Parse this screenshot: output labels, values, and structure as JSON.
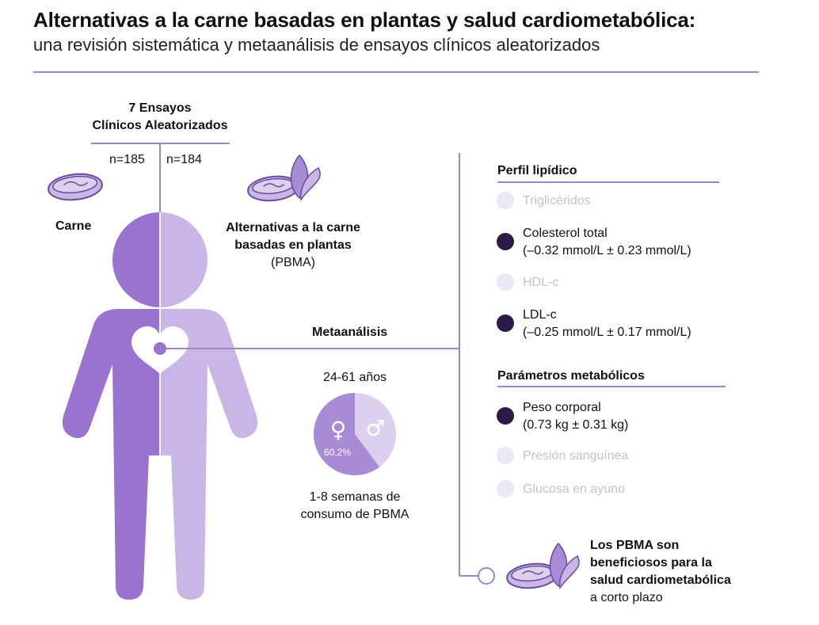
{
  "header": {
    "title": "Alternativas a la carne basadas en plantas y salud cardiometabólica:",
    "subtitle": "una revisión sistemática y metaanálisis de ensayos clínicos aleatorizados"
  },
  "trials": {
    "line1": "7 Ensayos",
    "line2": "Clínicos Aleatorizados",
    "n_meat": "n=185",
    "n_pbma": "n=184"
  },
  "groups": {
    "meat": "Carne",
    "pbma_line1": "Alternativas a la carne",
    "pbma_line2": "basadas en plantas",
    "pbma_abbr": "(PBMA)"
  },
  "meta": {
    "label": "Metaanálisis",
    "age": "24-61 años",
    "female_pct": "60,2%",
    "female_fraction": 0.602,
    "duration_line1": "1-8 semanas de",
    "duration_line2": "consumo de PBMA"
  },
  "lipid": {
    "heading": "Perfil lipídico",
    "items": [
      {
        "label": "Triglicéridos",
        "detail": "",
        "significant": false
      },
      {
        "label": "Colesterol total",
        "detail": "(–0.32 mmol/L ± 0.23 mmol/L)",
        "significant": true
      },
      {
        "label": "HDL-c",
        "detail": "",
        "significant": false
      },
      {
        "label": "LDL-c",
        "detail": "(–0.25 mmol/L ± 0.17 mmol/L)",
        "significant": true
      }
    ]
  },
  "metabolic": {
    "heading": "Parámetros metabólicos",
    "items": [
      {
        "label": "Peso corporal",
        "detail": "(0.73 kg ± 0.31 kg)",
        "significant": true
      },
      {
        "label": "Presión sanguínea",
        "detail": "",
        "significant": false
      },
      {
        "label": "Glucosa en ayuno",
        "detail": "",
        "significant": false
      }
    ]
  },
  "conclusion": {
    "line1": "Los PBMA son",
    "line2": "beneficiosos para la",
    "line3": "salud cardiometabólica",
    "line4": "a corto plazo"
  },
  "colors": {
    "dark_purple": "#9a72cf",
    "light_purple": "#c9b6e6",
    "line": "#9d86c9",
    "arrow_dot": "#2c1a47",
    "muted_dot": "#ece8f3"
  }
}
